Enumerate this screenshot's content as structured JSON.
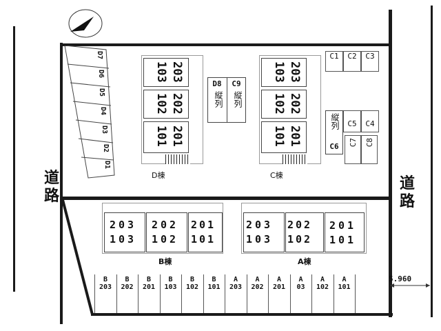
{
  "compass": {
    "icon": "north-arrow-icon"
  },
  "roads": {
    "left": "道路",
    "right": "道路"
  },
  "width_label": "5.960",
  "buildings": {
    "D": {
      "label": "D棟",
      "rows": [
        [
          "203",
          "103"
        ],
        [
          "202",
          "102"
        ],
        [
          "201",
          "101"
        ]
      ]
    },
    "C": {
      "label": "C棟",
      "rows": [
        [
          "203",
          "103"
        ],
        [
          "202",
          "102"
        ],
        [
          "201",
          "101"
        ]
      ]
    },
    "B": {
      "label": "B棟",
      "cols": [
        [
          "203",
          "103"
        ],
        [
          "202",
          "102"
        ],
        [
          "201",
          "101"
        ]
      ]
    },
    "A": {
      "label": "A棟",
      "cols": [
        [
          "203",
          "103"
        ],
        [
          "202",
          "102"
        ],
        [
          "201",
          "101"
        ]
      ]
    }
  },
  "parking_d": [
    "D7",
    "D6",
    "D5",
    "D4",
    "D3",
    "D2",
    "D1"
  ],
  "parking_dc_tandem": {
    "d8": "D8",
    "c9": "C9",
    "note": "縦列"
  },
  "parking_c_top": [
    "C1",
    "C2",
    "C3"
  ],
  "parking_c_mid": {
    "tandem_note": "縦列",
    "c6": "C6",
    "c5": "C5",
    "c4": "C4"
  },
  "parking_c_bottom": [
    "C7",
    "C8"
  ],
  "parking_bottom": [
    {
      "top": "B",
      "num": "203"
    },
    {
      "top": "B",
      "num": "202"
    },
    {
      "top": "B",
      "num": "201"
    },
    {
      "top": "B",
      "num": "103"
    },
    {
      "top": "B",
      "num": "102"
    },
    {
      "top": "B",
      "num": "101"
    },
    {
      "top": "A",
      "num": "203"
    },
    {
      "top": "A",
      "num": "202"
    },
    {
      "top": "A",
      "num": "201"
    },
    {
      "top": "A",
      "num": "03"
    },
    {
      "top": "A",
      "num": "102"
    },
    {
      "top": "A",
      "num": "101"
    }
  ]
}
